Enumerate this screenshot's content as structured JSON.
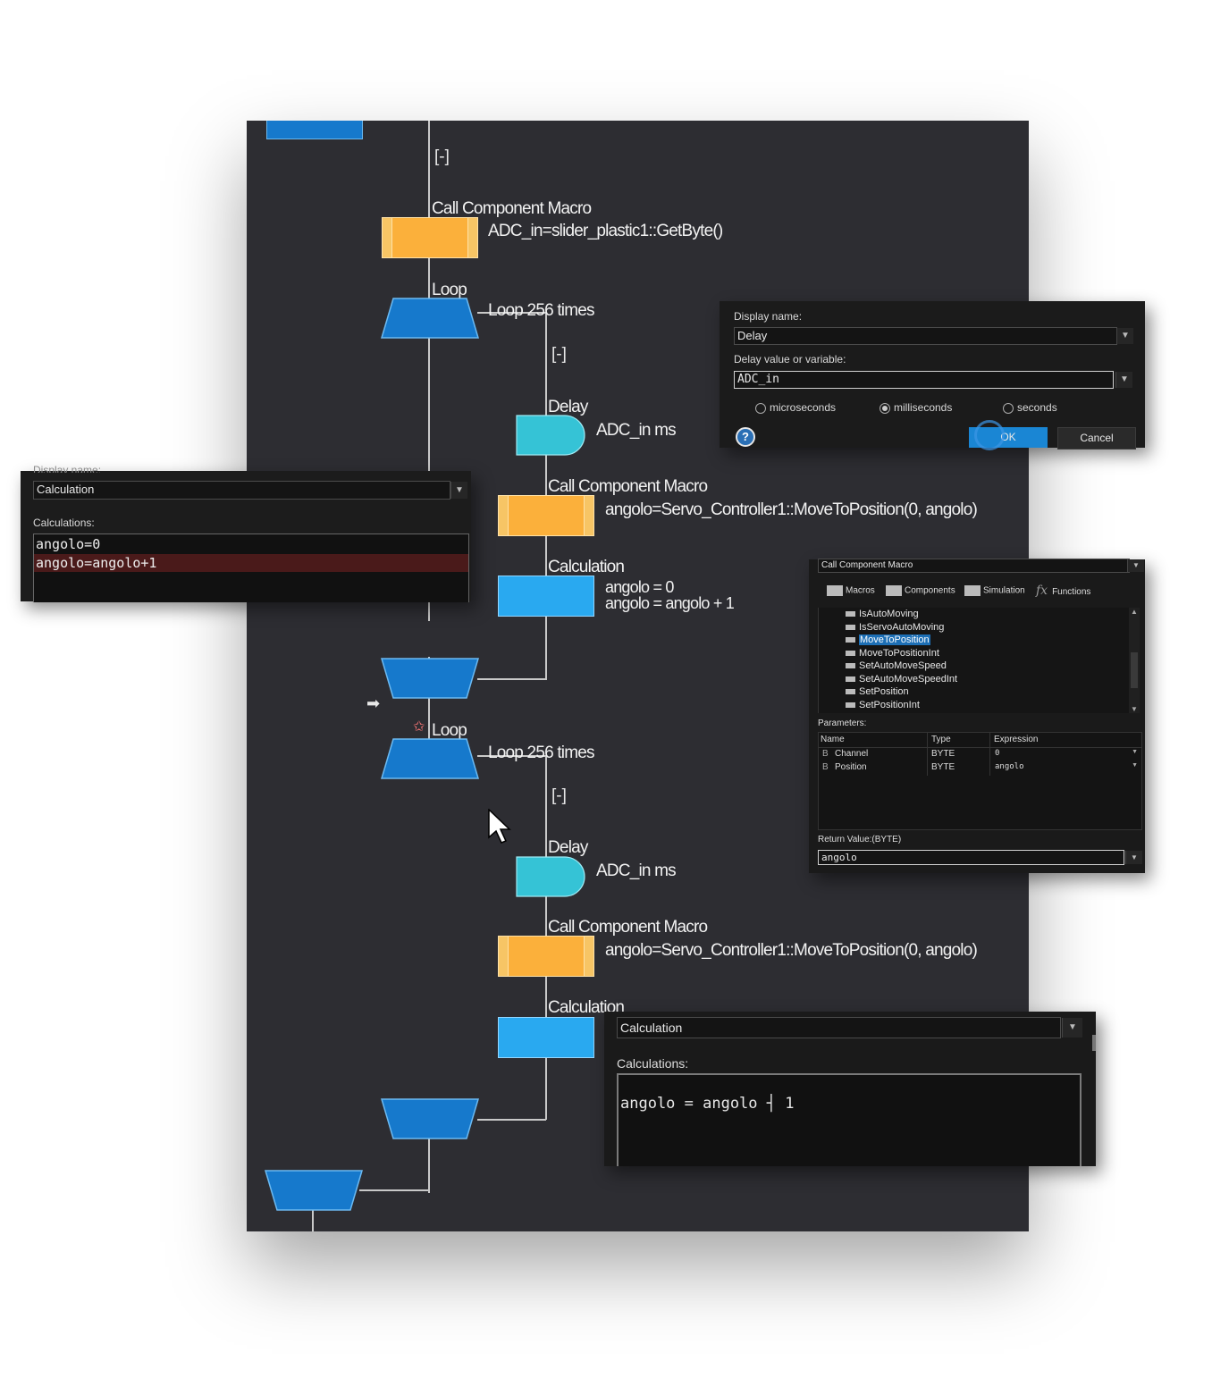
{
  "flow": {
    "toggles": [
      "[-]",
      "[-]",
      "[-]"
    ],
    "macro_caption": "Call Component Macro",
    "macro1_detail": "ADC_in=slider_plastic1::GetByte()",
    "loop_caption": "Loop",
    "loop_detail": "Loop 256 times",
    "delay_caption": "Delay",
    "delay_detail": "ADC_in ms",
    "macro2_detail": "angolo=Servo_Controller1::MoveToPosition(0, angolo)",
    "calc_caption": "Calculation",
    "calc_lines": [
      "angolo = 0",
      "angolo = angolo + 1"
    ],
    "arrow_glyph": "➡",
    "star_glyph": "✩"
  },
  "calc_popup_left": {
    "display_name_label": "Display name:",
    "name_value": "Calculation",
    "calculations_label": "Calculations:",
    "lines": [
      "angolo=0",
      "angolo=angolo+1"
    ]
  },
  "delay_popup": {
    "display_name_label": "Display name:",
    "name_value": "Delay",
    "delay_label": "Delay value or variable:",
    "delay_value": "ADC_in",
    "units": [
      "microseconds",
      "milliseconds",
      "seconds"
    ],
    "selected_unit": "milliseconds",
    "help_glyph": "?",
    "ok_label": "OK",
    "cancel_label": "Cancel"
  },
  "macro_popup": {
    "title": "Call Component Macro",
    "tabs": [
      "Macros",
      "Components",
      "Simulation",
      "Functions"
    ],
    "fx_glyph": "fx",
    "list": [
      "IsAutoMoving",
      "IsServoAutoMoving",
      "MoveToPosition",
      "MoveToPositionInt",
      "SetAutoMoveSpeed",
      "SetAutoMoveSpeedInt",
      "SetPosition",
      "SetPositionInt"
    ],
    "selected_item": "MoveToPosition",
    "parameters_label": "Parameters:",
    "columns": [
      "Name",
      "Type",
      "Expression"
    ],
    "rows": [
      {
        "name": "Channel",
        "type": "BYTE",
        "expression": "0"
      },
      {
        "name": "Position",
        "type": "BYTE",
        "expression": "angolo"
      }
    ],
    "row_icon": "B",
    "return_label": "Return Value:(BYTE)",
    "return_value": "angolo"
  },
  "calc_popup_bottom": {
    "name_value": "Calculation",
    "calculations_label": "Calculations:",
    "line_left": "angolo = angolo ",
    "cursor": "┤",
    "line_right": " 1"
  },
  "colors": {
    "canvas_bg": "#2d2d32",
    "loop_blue": "#1679cc",
    "macro_orange": "#fbb03b",
    "calc_cyan": "#29a9f0",
    "delay_teal": "#35c3d6",
    "ok_blue": "#1a86d4"
  }
}
